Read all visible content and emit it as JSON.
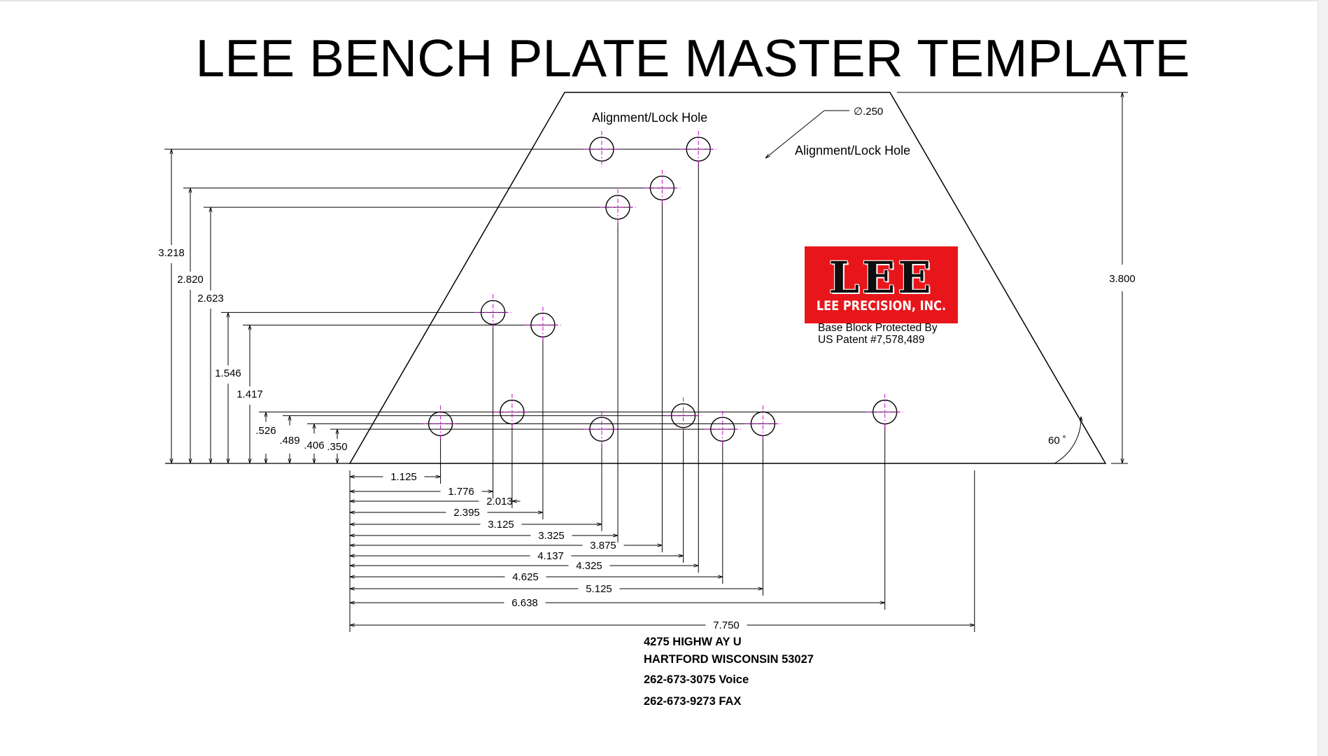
{
  "title": "LEE BENCH PLATE MASTER TEMPLATE",
  "labels": {
    "alignment_hole_1": "Alignment/Lock Hole",
    "alignment_hole_2": "Alignment/Lock Hole",
    "hole_diameter": "∅.250",
    "angle": "60 ˚"
  },
  "logo": {
    "brand": "LEE",
    "company": "LEE PRECISION, INC."
  },
  "patent": {
    "line1": "Base Block Protected By",
    "line2": "US Patent #7,578,489"
  },
  "vertical_dimensions": [
    {
      "name": "dim-3-218",
      "label": "3.218",
      "value": 3.218
    },
    {
      "name": "dim-2-820",
      "label": "2.820",
      "value": 2.82
    },
    {
      "name": "dim-2-623",
      "label": "2.623",
      "value": 2.623
    },
    {
      "name": "dim-1-546",
      "label": "1.546",
      "value": 1.546
    },
    {
      "name": "dim-1-417",
      "label": "1.417",
      "value": 1.417
    },
    {
      "name": "dim-526",
      "label": ".526",
      "value": 0.526
    },
    {
      "name": "dim-489",
      "label": ".489",
      "value": 0.489
    },
    {
      "name": "dim-406",
      "label": ".406",
      "value": 0.406
    },
    {
      "name": "dim-350",
      "label": ".350",
      "value": 0.35
    }
  ],
  "height_dimension": {
    "label": "3.800",
    "value": 3.8
  },
  "horizontal_dimensions": [
    {
      "label": "1.125",
      "value": 1.125
    },
    {
      "label": "1.776",
      "value": 1.776
    },
    {
      "label": "2.013",
      "value": 2.013
    },
    {
      "label": "2.395",
      "value": 2.395
    },
    {
      "label": "3.125",
      "value": 3.125
    },
    {
      "label": "3.325",
      "value": 3.325
    },
    {
      "label": "3.875",
      "value": 3.875
    },
    {
      "label": "4.137",
      "value": 4.137
    },
    {
      "label": "4.325",
      "value": 4.325
    },
    {
      "label": "4.625",
      "value": 4.625
    },
    {
      "label": "5.125",
      "value": 5.125
    },
    {
      "label": "6.638",
      "value": 6.638
    },
    {
      "label": "7.750",
      "value": 7.75
    }
  ],
  "holes": [
    {
      "x": 1.125,
      "y": 0.406
    },
    {
      "x": 1.776,
      "y": 1.546
    },
    {
      "x": 2.013,
      "y": 0.526
    },
    {
      "x": 2.395,
      "y": 1.417
    },
    {
      "x": 3.125,
      "y": 3.218
    },
    {
      "x": 3.125,
      "y": 0.35
    },
    {
      "x": 3.325,
      "y": 2.623
    },
    {
      "x": 3.875,
      "y": 2.82
    },
    {
      "x": 4.137,
      "y": 0.489
    },
    {
      "x": 4.325,
      "y": 3.218
    },
    {
      "x": 4.625,
      "y": 0.35
    },
    {
      "x": 5.125,
      "y": 0.406
    },
    {
      "x": 6.638,
      "y": 0.526
    }
  ],
  "address": {
    "street": "4275 HIGHW AY U",
    "city": "HARTFORD WISCONSIN 53027",
    "voice": "262-673-3075 Voice",
    "fax": "262-673-9273 FAX"
  },
  "colors": {
    "outline": "#000000",
    "centerline": "#cc00cc",
    "logo_background": "#e8161b"
  }
}
